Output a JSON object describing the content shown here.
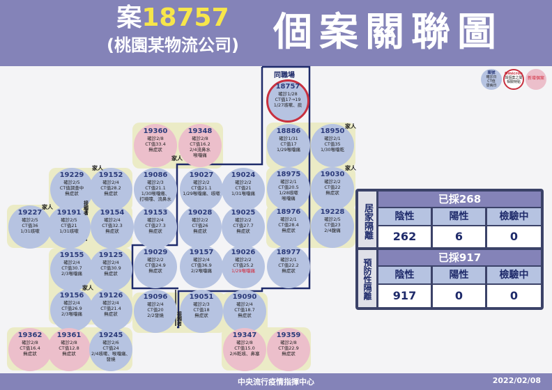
{
  "header": {
    "case_prefix": "案",
    "case_number": "18757",
    "subtitle": "(桃園某物流公司)",
    "main_title": "個案關聯圖"
  },
  "workplace_label": "同職場",
  "family_label": "家人",
  "vertical_labels": {
    "attend": "接觸者",
    "cohabit": "接觸者"
  },
  "legend": {
    "confirmed": {
      "title": "案號",
      "l1": "確診日",
      "l2": "CT值",
      "l3": "發病日"
    },
    "omicron": {
      "title": "Omicron",
      "l1": "與個案之間",
      "l2": "相關特點"
    },
    "new_case": "新增個案"
  },
  "cases": {
    "c18757": {
      "id": "18757",
      "lines": [
        "確診1/28",
        "CT值17→19",
        "1/27咳嗽、痰"
      ]
    },
    "c19360": {
      "id": "19360",
      "lines": [
        "確診2/8",
        "CT值33.4",
        "無症狀"
      ]
    },
    "c19348": {
      "id": "19348",
      "lines": [
        "確診2/8",
        "CT值16.2",
        "2/4流鼻水",
        "喉嚨痛"
      ]
    },
    "c18886": {
      "id": "18886",
      "lines": [
        "確診1/31",
        "CT值17",
        "1/29喉嚨痛"
      ]
    },
    "c18950": {
      "id": "18950",
      "lines": [
        "確診2/1",
        "CT值35",
        "1/30喉嚨乾"
      ]
    },
    "c19229": {
      "id": "19229",
      "lines": [
        "確診2/5",
        "CT值調查中",
        "無症狀"
      ]
    },
    "c19152": {
      "id": "19152",
      "lines": [
        "確診2/4",
        "CT值28.2",
        "無症狀"
      ]
    },
    "c19086": {
      "id": "19086",
      "lines": [
        "確診2/3",
        "CT值21.1",
        "1/30喉嚨癢、",
        "打噴嚏、流鼻水"
      ]
    },
    "c19027": {
      "id": "19027",
      "lines": [
        "確診2/2",
        "CT值21.1",
        "1/29喉嚨痛、咳嗽"
      ]
    },
    "c19024": {
      "id": "19024",
      "lines": [
        "確診2/2",
        "CT值21",
        "1/31喉嚨痛"
      ]
    },
    "c18975": {
      "id": "18975",
      "lines": [
        "確診2/1",
        "CT值20.5",
        "1/28咳嗽",
        "喉嚨痛"
      ]
    },
    "c19030": {
      "id": "19030",
      "lines": [
        "確診2/2",
        "CT值22",
        "無症狀"
      ]
    },
    "c19227": {
      "id": "19227",
      "lines": [
        "確診2/5",
        "CT值36",
        "1/31咳嗽"
      ]
    },
    "c19191": {
      "id": "19191",
      "lines": [
        "確診2/5",
        "CT值21",
        "1/31咳嗽"
      ]
    },
    "c19154": {
      "id": "19154",
      "lines": [
        "確診2/4",
        "CT值32.3",
        "無症狀"
      ]
    },
    "c19153": {
      "id": "19153",
      "lines": [
        "確診2/4",
        "CT值27.3",
        "無症狀"
      ]
    },
    "c19028": {
      "id": "19028",
      "lines": [
        "確診2/2",
        "CT值26",
        "無症狀"
      ]
    },
    "c19025": {
      "id": "19025",
      "lines": [
        "確診2/2",
        "CT值27.7",
        "無症狀"
      ]
    },
    "c18976": {
      "id": "18976",
      "lines": [
        "確診2/1",
        "CT值28.4",
        "無症狀"
      ]
    },
    "c19228": {
      "id": "19228",
      "lines": [
        "確診2/5",
        "CT值23",
        "2/4腹痛"
      ]
    },
    "c19155": {
      "id": "19155",
      "lines": [
        "確診2/4",
        "CT值30.7",
        "2/3喉嚨痛"
      ]
    },
    "c19125": {
      "id": "19125",
      "lines": [
        "確診2/4",
        "CT值30.9",
        "無症狀"
      ]
    },
    "c19029": {
      "id": "19029",
      "lines": [
        "確診2/2",
        "CT值24.9",
        "無症狀"
      ]
    },
    "c19157": {
      "id": "19157",
      "lines": [
        "確診2/4",
        "CT值36.9",
        "2/2喉嚨痛"
      ]
    },
    "c19026": {
      "id": "19026",
      "lines": [
        "確診2/2",
        "CT值25.2",
        "1/29喉嚨痛"
      ]
    },
    "c18977": {
      "id": "18977",
      "lines": [
        "確診2/1",
        "CT值22.2",
        "無症狀"
      ]
    },
    "c19156": {
      "id": "19156",
      "lines": [
        "確診2/4",
        "CT值26.9",
        "2/3喉嚨痛"
      ]
    },
    "c19126": {
      "id": "19126",
      "lines": [
        "確診2/4",
        "CT值21.4",
        "無症狀"
      ]
    },
    "c19096": {
      "id": "19096",
      "lines": [
        "確診2/4",
        "CT值20",
        "2/2發燒"
      ]
    },
    "c19051": {
      "id": "19051",
      "lines": [
        "確診2/3",
        "CT值18",
        "無症狀"
      ]
    },
    "c19090": {
      "id": "19090",
      "lines": [
        "確診2/4",
        "CT值18.7",
        "無症狀"
      ]
    },
    "c19362": {
      "id": "19362",
      "lines": [
        "確診2/8",
        "CT值16.4",
        "無症狀"
      ]
    },
    "c19361": {
      "id": "19361",
      "lines": [
        "確診2/8",
        "CT值12.8",
        "無症狀"
      ]
    },
    "c19245": {
      "id": "19245",
      "lines": [
        "確診2/6",
        "CT值24",
        "2/4咳嗽、喉嚨痛、",
        "發燒"
      ]
    },
    "c19347": {
      "id": "19347",
      "lines": [
        "確診2/8",
        "CT值15.0",
        "2/6乾咳、鼻塞"
      ]
    },
    "c19359": {
      "id": "19359",
      "lines": [
        "確診2/8",
        "CT值22.9",
        "無症狀"
      ]
    }
  },
  "home_isolation": {
    "label": "居家隔離",
    "total": "已採268",
    "headers": [
      "陰性",
      "陽性",
      "檢驗中"
    ],
    "values": [
      "262",
      "6",
      "0"
    ]
  },
  "preventive_isolation": {
    "label": "預防性隔離",
    "total": "已採917",
    "headers": [
      "陰性",
      "陽性",
      "檢驗中"
    ],
    "values": [
      "917",
      "0",
      "0"
    ]
  },
  "footer": {
    "org": "中央流行疫情指揮中心",
    "date": "2022/02/08"
  },
  "colors": {
    "header": "#8483b8",
    "confirmed": "#b6c3e1",
    "new_case": "#ecbfcb",
    "family_bg": "#ebebc6",
    "border": "#1e2a6a"
  }
}
